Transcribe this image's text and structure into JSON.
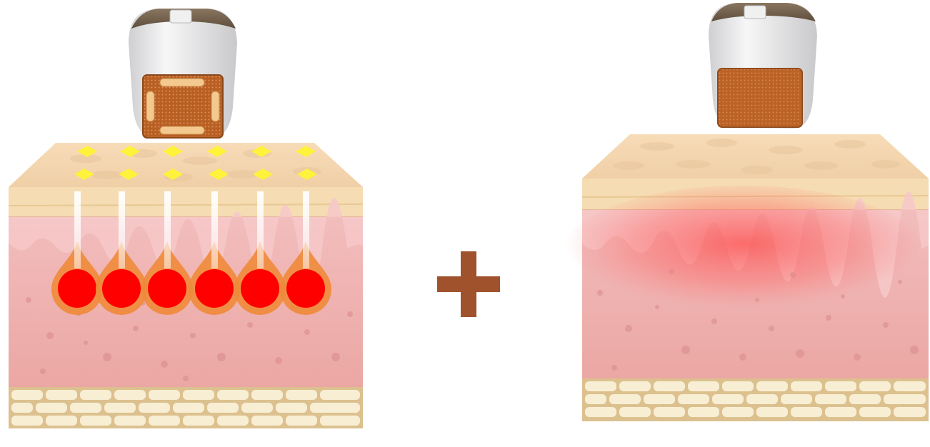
{
  "scene": {
    "left_panel": {
      "device_name": "fractional-rf-handpiece",
      "tip_pattern": "fractional-grid",
      "energy_markers": 12,
      "thermal_zones": 6
    },
    "operator": {
      "symbol": "plus-sign"
    },
    "right_panel": {
      "device_name": "bulk-rf-handpiece",
      "tip_pattern": "full-grid",
      "heating_effect": "diffuse-dermal-heating"
    }
  },
  "colors": {
    "background": "#ffffff",
    "epidermis_top": "#f5d7b3",
    "epidermis_band": "#f4dcb0",
    "dermis_upper": "#f3bfc0",
    "dermis_lower": "#ebaaa6",
    "fat_cells": "#f7ecd0",
    "fat_bg": "#d8c08c",
    "thermal_red": "#ff0000",
    "thermal_orange": "#f08a3a",
    "energy_yellow": "#fff23a",
    "plus_sign": "#a0522d",
    "handpiece_body": "#e9e9ea",
    "handpiece_trim": "#7b6a55",
    "tip_copper": "#c46a2c"
  }
}
